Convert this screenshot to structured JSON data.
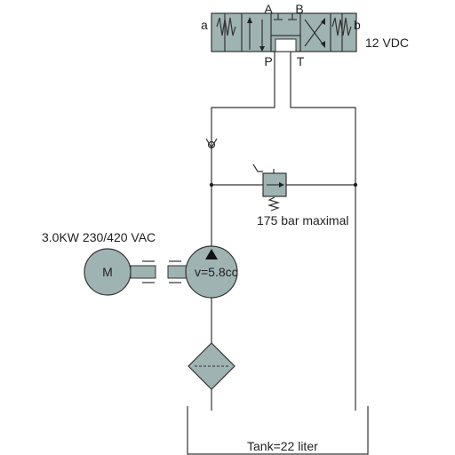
{
  "valve": {
    "port_a": "A",
    "port_b": "B",
    "port_p": "P",
    "port_t": "T",
    "solenoid_a": "a",
    "solenoid_b": "b",
    "voltage": "12 VDC"
  },
  "relief_valve": {
    "label": "175 bar maximal"
  },
  "motor": {
    "symbol": "M",
    "rating": "3.0KW 230/420 VAC"
  },
  "pump": {
    "displacement": "v=5.8cc"
  },
  "tank": {
    "label": "Tank=22 liter"
  },
  "colors": {
    "component_fill": "#9fb3b2",
    "line": "#333333",
    "background": "#ffffff"
  }
}
